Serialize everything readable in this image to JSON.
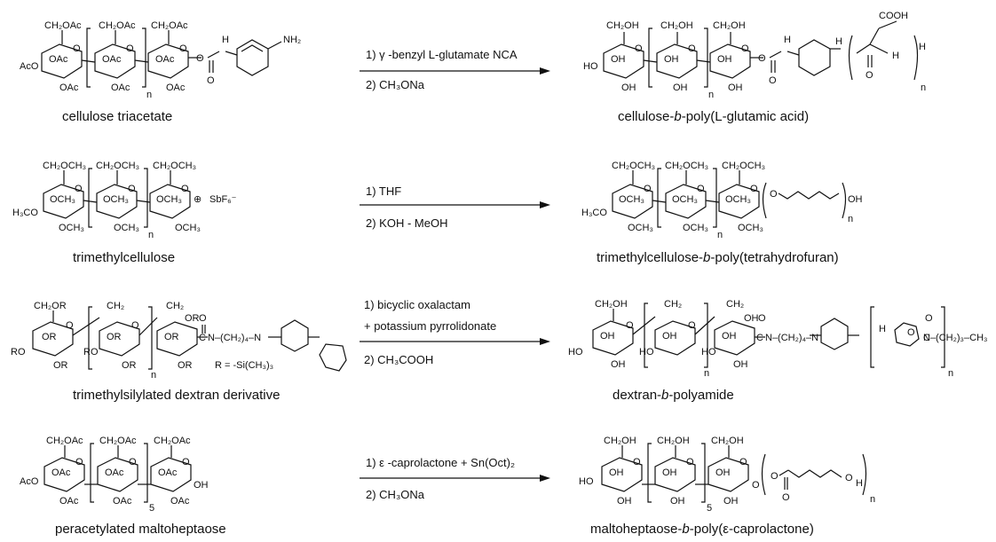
{
  "rows": [
    {
      "reactant_label": "cellulose triacetate",
      "product_label_pre": "cellulose-",
      "product_label_b": "b",
      "product_label_post": "-poly(L-glutamic acid)",
      "cond1": "1)  γ -benzyl L-glutamate NCA",
      "cond2": "2) CH₃ONa"
    },
    {
      "reactant_label": "trimethylcellulose",
      "product_label_pre": "trimethylcellulose-",
      "product_label_b": "b",
      "product_label_post": "-poly(tetrahydrofuran)",
      "cond1": "1) THF",
      "cond2": "2) KOH - MeOH"
    },
    {
      "reactant_label": "trimethylsilylated dextran derivative",
      "product_label_pre": "dextran-",
      "product_label_b": "b",
      "product_label_post": "-polyamide",
      "cond1": "1) bicyclic oxalactam",
      "cond1b": "+ potassium pyrrolidonate",
      "cond2": "2) CH₃COOH",
      "r_note": "R = -Si(CH₃)₃"
    },
    {
      "reactant_label": "peracetylated maltoheptaose",
      "product_label_pre": "maltoheptaose-",
      "product_label_b": "b",
      "product_label_post": "-poly(ε-caprolactone)",
      "cond1": "1)  ε -caprolactone + Sn(Oct)₂",
      "cond2": "2) CH₃ONa"
    }
  ],
  "struct": {
    "ch2oac": "CH₂OAc",
    "ch2oh": "CH₂OH",
    "ch2och3": "CH₂OCH₃",
    "ch2or": "CH₂OR",
    "ch2": "CH₂",
    "oac": "OAc",
    "aco": "AcO",
    "oh": "OH",
    "ho": "HO",
    "och3": "OCH₃",
    "h3co": "H₃CO",
    "or": "OR",
    "ro": "RO",
    "o": "O",
    "n": "n",
    "five": "5",
    "h": "H",
    "nh2": "NH₂",
    "cooh": "COOH",
    "sbf6": "SbF₆⁻",
    "oplus": "⊕",
    "hexyl_chain": "N–(CH₂)₄–N",
    "amide_tail": "N–(CH₂)₃–CH₃",
    "c": "C"
  }
}
